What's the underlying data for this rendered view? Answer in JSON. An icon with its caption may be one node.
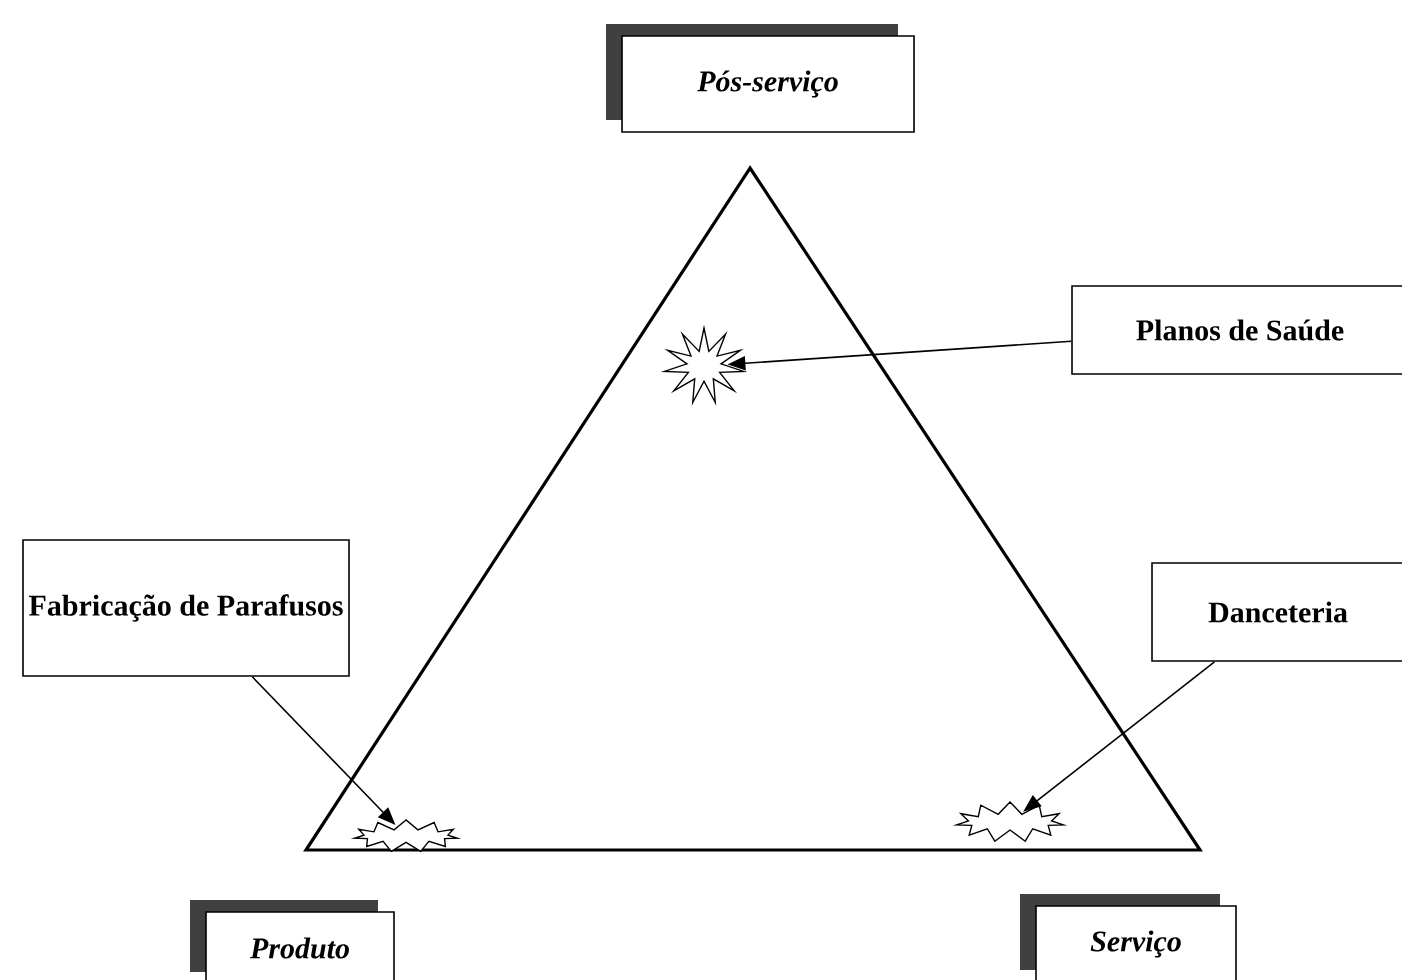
{
  "diagram": {
    "nodes": [
      {
        "text": [
          "Pós-serviço"
        ]
      },
      {
        "text": [
          "Planos de Saúde"
        ]
      },
      {
        "text": [],
        "shape": "star"
      },
      {
        "text": [
          "Fabricação de Parafusos"
        ]
      },
      {
        "text": [
          "Danceteria"
        ]
      },
      {
        "text": [],
        "shape": "star"
      },
      {
        "text": [],
        "shape": "star"
      },
      {
        "text": [
          "Produto"
        ]
      },
      {
        "text": [
          "Serviço"
        ]
      }
    ],
    "edges": [
      {
        "from": 1,
        "to": 2,
        "arrow": "to"
      },
      {
        "from": 3,
        "to": 5,
        "arrow": "to"
      },
      {
        "from": 4,
        "to": 6,
        "arrow": "to"
      }
    ]
  }
}
